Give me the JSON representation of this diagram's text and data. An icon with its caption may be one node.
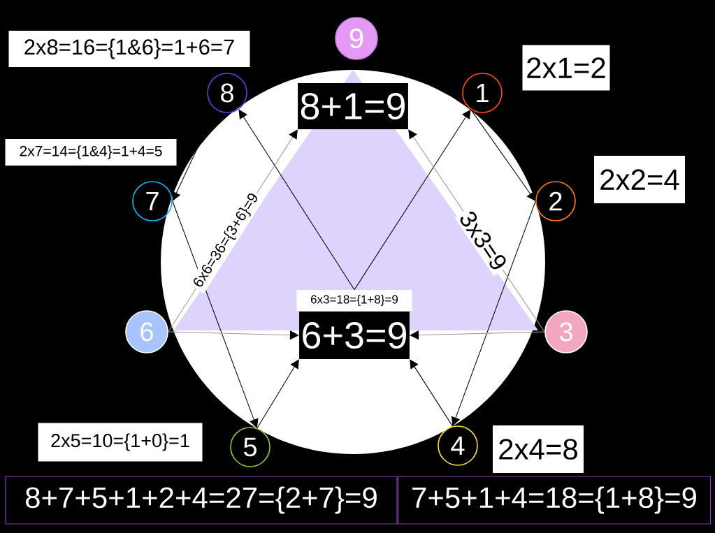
{
  "diagram": {
    "nodes": [
      {
        "text": [
          "2x8=16={1&6}=1+6=7"
        ]
      },
      {
        "text": [
          "9"
        ]
      },
      {
        "text": [
          "8+1=9"
        ]
      },
      {
        "text": [
          "2x1=2"
        ]
      },
      {
        "text": [
          "8"
        ]
      },
      {
        "text": [
          "1"
        ]
      },
      {
        "text": [
          "2x7=14={1&4}=1+4=5"
        ]
      },
      {
        "text": [
          "2x2=4"
        ]
      },
      {
        "text": [
          "7"
        ]
      },
      {
        "text": [
          "2"
        ]
      },
      {
        "text": [
          "6x3=18={1+8}=9",
          "6+3=9"
        ]
      },
      {
        "text": [
          "6"
        ]
      },
      {
        "text": [
          "3"
        ]
      },
      {
        "text": [
          "2x5=10={1+0}=1"
        ]
      },
      {
        "text": [
          "5"
        ]
      },
      {
        "text": [
          "4"
        ]
      },
      {
        "text": [
          "2x4=8"
        ]
      },
      {
        "text": [
          "8+7+5+1+2+4=27={2+7}=9"
        ]
      },
      {
        "text": [
          "7+5+1+4=18={1+8}=9"
        ]
      }
    ],
    "edges": [
      {
        "from": 5,
        "to": 9,
        "arrow": "to"
      },
      {
        "from": 9,
        "to": 15,
        "arrow": "to"
      },
      {
        "from": 15,
        "to": 10,
        "arrow": "to"
      },
      {
        "from": 10,
        "to": 4,
        "arrow": "to"
      },
      {
        "from": 4,
        "to": 8,
        "arrow": "to"
      },
      {
        "from": 8,
        "to": 14,
        "arrow": "to"
      },
      {
        "from": 14,
        "to": 10,
        "arrow": "to"
      },
      {
        "from": 10,
        "to": 5,
        "arrow": "to"
      },
      {
        "from": 11,
        "to": 2,
        "arrow": "to",
        "label": "6x6=36={3+6}=9",
        "color": "#9a9a9a"
      },
      {
        "from": 12,
        "to": 2,
        "arrow": "to",
        "label": "3x3=9",
        "color": "#9a9a9a"
      },
      {
        "from": 11,
        "to": 10,
        "arrow": "to",
        "color": "#9a9a9a"
      },
      {
        "from": 12,
        "to": 10,
        "arrow": "to",
        "color": "#9a9a9a"
      }
    ]
  }
}
